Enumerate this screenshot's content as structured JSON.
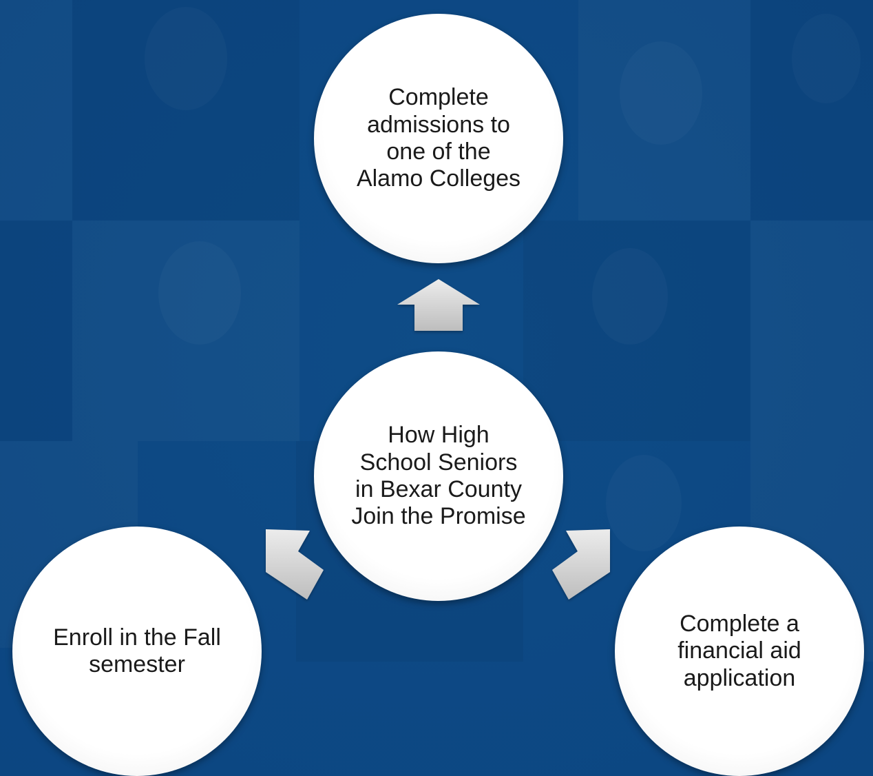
{
  "diagram": {
    "center": "How High School Seniors in Bexar County Join the Promise",
    "steps": [
      "Complete admissions to one of the Alamo Colleges",
      "Complete a financial aid application",
      "Enroll in the Fall semester"
    ]
  },
  "colors": {
    "background": "#0d4b86",
    "node_fill": "#ffffff",
    "arrow_fill": "#d4d4d4"
  }
}
